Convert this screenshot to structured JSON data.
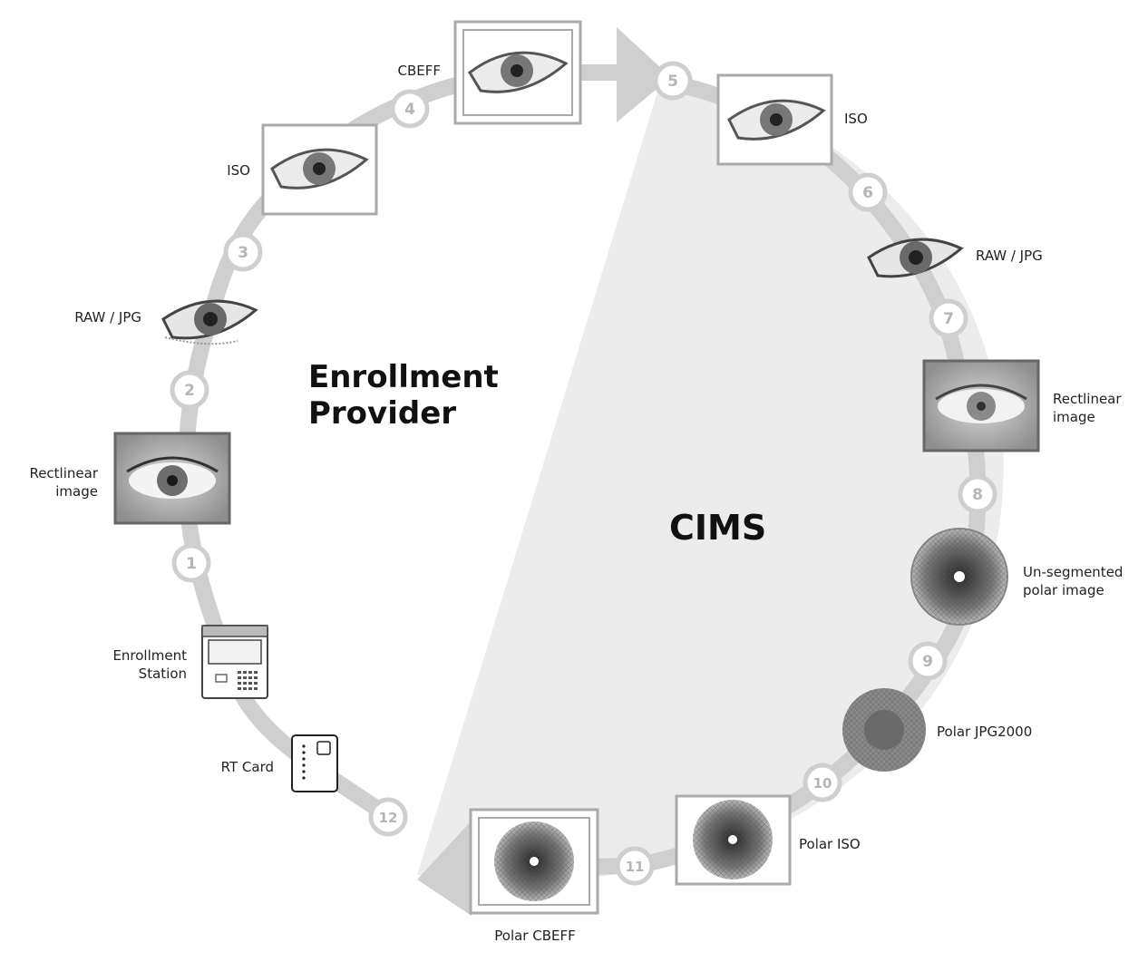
{
  "regions": {
    "enrollment_line1": "Enrollment",
    "enrollment_line2": "Provider",
    "cims": "CIMS"
  },
  "steps": [
    "1",
    "2",
    "3",
    "4",
    "5",
    "6",
    "7",
    "8",
    "9",
    "10",
    "11",
    "12"
  ],
  "labels": {
    "rt_card": "RT Card",
    "enrollment_station_1": "Enrollment",
    "enrollment_station_2": "Station",
    "rectlinear_left_1": "Rectlinear",
    "rectlinear_left_2": "image",
    "raw_jpg_left": "RAW / JPG",
    "iso_left": "ISO",
    "cbeff_top": "CBEFF",
    "iso_right": "ISO",
    "raw_jpg_right": "RAW / JPG",
    "rectlinear_right_1": "Rectlinear",
    "rectlinear_right_2": "image",
    "unsegmented_1": "Un-segmented",
    "unsegmented_2": "polar image",
    "polar_jpg2000": "Polar JPG2000",
    "polar_iso": "Polar ISO",
    "polar_cbeff": "Polar CBEFF"
  },
  "colors": {
    "track": "#cfcfcf",
    "cims_region": "#ececec",
    "badge_text": "#b5b5b5",
    "frame": "#9a9a9a"
  }
}
